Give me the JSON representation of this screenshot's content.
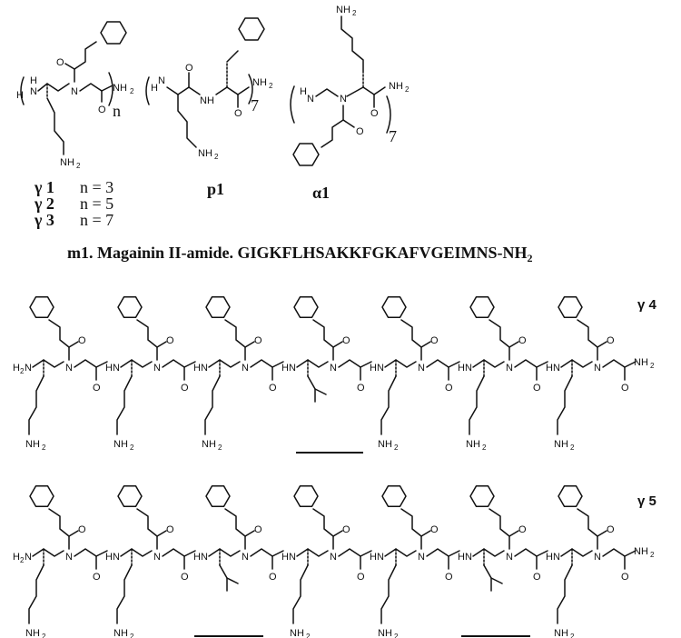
{
  "compounds": {
    "gamma1": {
      "name": "γ 1",
      "n": "n = 3"
    },
    "gamma2": {
      "name": "γ 2",
      "n": "n = 5"
    },
    "gamma3": {
      "name": "γ 3",
      "n": "n = 7"
    },
    "p1": "p1",
    "alpha1": "α1",
    "gamma4": "γ 4",
    "gamma5": "γ 5"
  },
  "repeat": {
    "n": "n",
    "seven": "7"
  },
  "magainin": {
    "text": "m1. Magainin II-amide. GIGKFLHSAKKFGKAFVGEIMNS-NH",
    "subscript": "2"
  },
  "atoms": {
    "N": "N",
    "O": "O",
    "H": "H",
    "NH": "NH",
    "HN": "HN",
    "NH2": "NH",
    "H2N": "H",
    "two": "2"
  },
  "sequences": {
    "gamma4": [
      "K",
      "K",
      "K",
      "L",
      "K",
      "K",
      "K"
    ],
    "gamma5": [
      "K",
      "K",
      "L",
      "K",
      "K",
      "L",
      "K"
    ]
  },
  "colors": {
    "ink": "#111111",
    "background": "#ffffff"
  }
}
